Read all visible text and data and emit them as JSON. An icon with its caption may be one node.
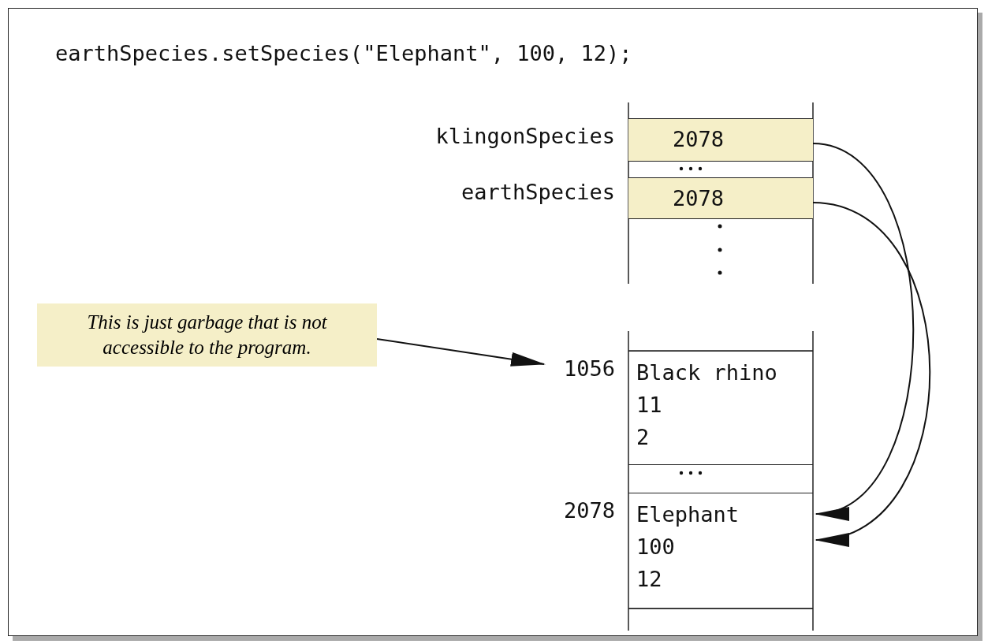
{
  "diagram": {
    "title": "earthSpecies.setSpecies(\"Elephant\", 100, 12);",
    "nodes": [
      {
        "text": [
          "2078"
        ],
        "beside": [
          "klingonSpecies"
        ]
      },
      {
        "text": [
          "2078"
        ],
        "beside": [
          "earthSpecies"
        ]
      },
      {
        "text": [
          "This is just garbage that is not accessible to the program."
        ]
      },
      {
        "text": [
          "Black rhino",
          "11",
          "2"
        ],
        "beside": [
          "1056"
        ]
      },
      {
        "text": [
          "Elephant",
          "100",
          "12"
        ],
        "beside": [
          "2078"
        ]
      }
    ],
    "edges": [
      {
        "from": 0,
        "to": 4,
        "arrow": "to"
      },
      {
        "from": 1,
        "to": 4,
        "arrow": "to"
      },
      {
        "from": 2,
        "to": 3,
        "arrow": "to"
      }
    ]
  }
}
